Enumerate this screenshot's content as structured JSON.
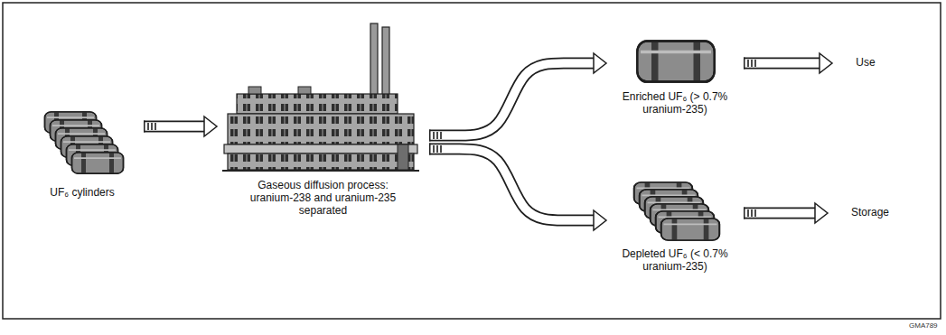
{
  "diagram": {
    "nodes": [
      {
        "text": [
          "UF₆ cylinders"
        ]
      },
      {
        "text": [
          "Gaseous diffusion process: uranium-238 and uranium-235 separated"
        ]
      },
      {
        "text": [
          "Enriched UF₆ (> 0.7% uranium-235)"
        ]
      },
      {
        "text": [
          "Depleted UF₆ (< 0.7% uranium-235)"
        ]
      },
      {
        "text": [
          "Use"
        ]
      },
      {
        "text": [
          "Storage"
        ]
      }
    ],
    "edges": [
      {
        "from": 0,
        "to": 1,
        "arrow": "to"
      },
      {
        "from": 1,
        "to": 2,
        "arrow": "to"
      },
      {
        "from": 1,
        "to": 3,
        "arrow": "to"
      },
      {
        "from": 2,
        "to": 4,
        "arrow": "to"
      },
      {
        "from": 3,
        "to": 5,
        "arrow": "to"
      }
    ],
    "labels": [
      "GMA789"
    ]
  }
}
